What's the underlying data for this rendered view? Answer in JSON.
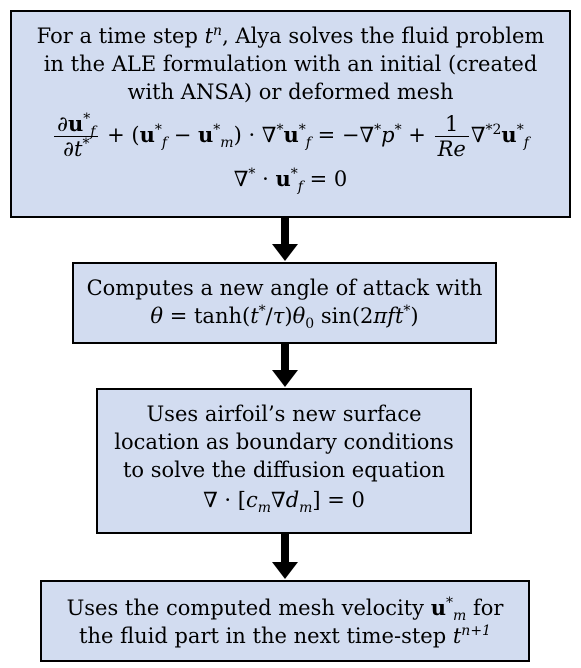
{
  "box1": {
    "line1_prefix": "For a time step ",
    "line1_suffix": ", Alya solves the fluid problem",
    "line2": "in the ALE formulation with an initial (created",
    "line3": "with ANSA) or deformed mesh",
    "eq_momentum": "∂u*_f/∂t* + (u*_f − u*_m) · ∇*u*_f = −∇*p* + (1/Re) ∇*² u*_f",
    "eq_continuity": "∇* · u*_f = 0"
  },
  "box2": {
    "line1": "Computes a new angle of attack with",
    "eq": "θ = tanh(t*/τ)θ0 sin(2πft*)"
  },
  "box3": {
    "line1": "Uses airfoil’s new surface",
    "line2": "location as boundary conditions",
    "line3": "to solve the diffusion equation",
    "eq": "∇ · [c_m ∇d_m] = 0"
  },
  "box4": {
    "line1_prefix": "Uses the computed mesh velocity ",
    "line2_prefix": "the fluid part in the next time-step ",
    "line1_suffix": " for"
  },
  "colors": {
    "box_fill": "#d2dcf0",
    "border": "#000000"
  }
}
